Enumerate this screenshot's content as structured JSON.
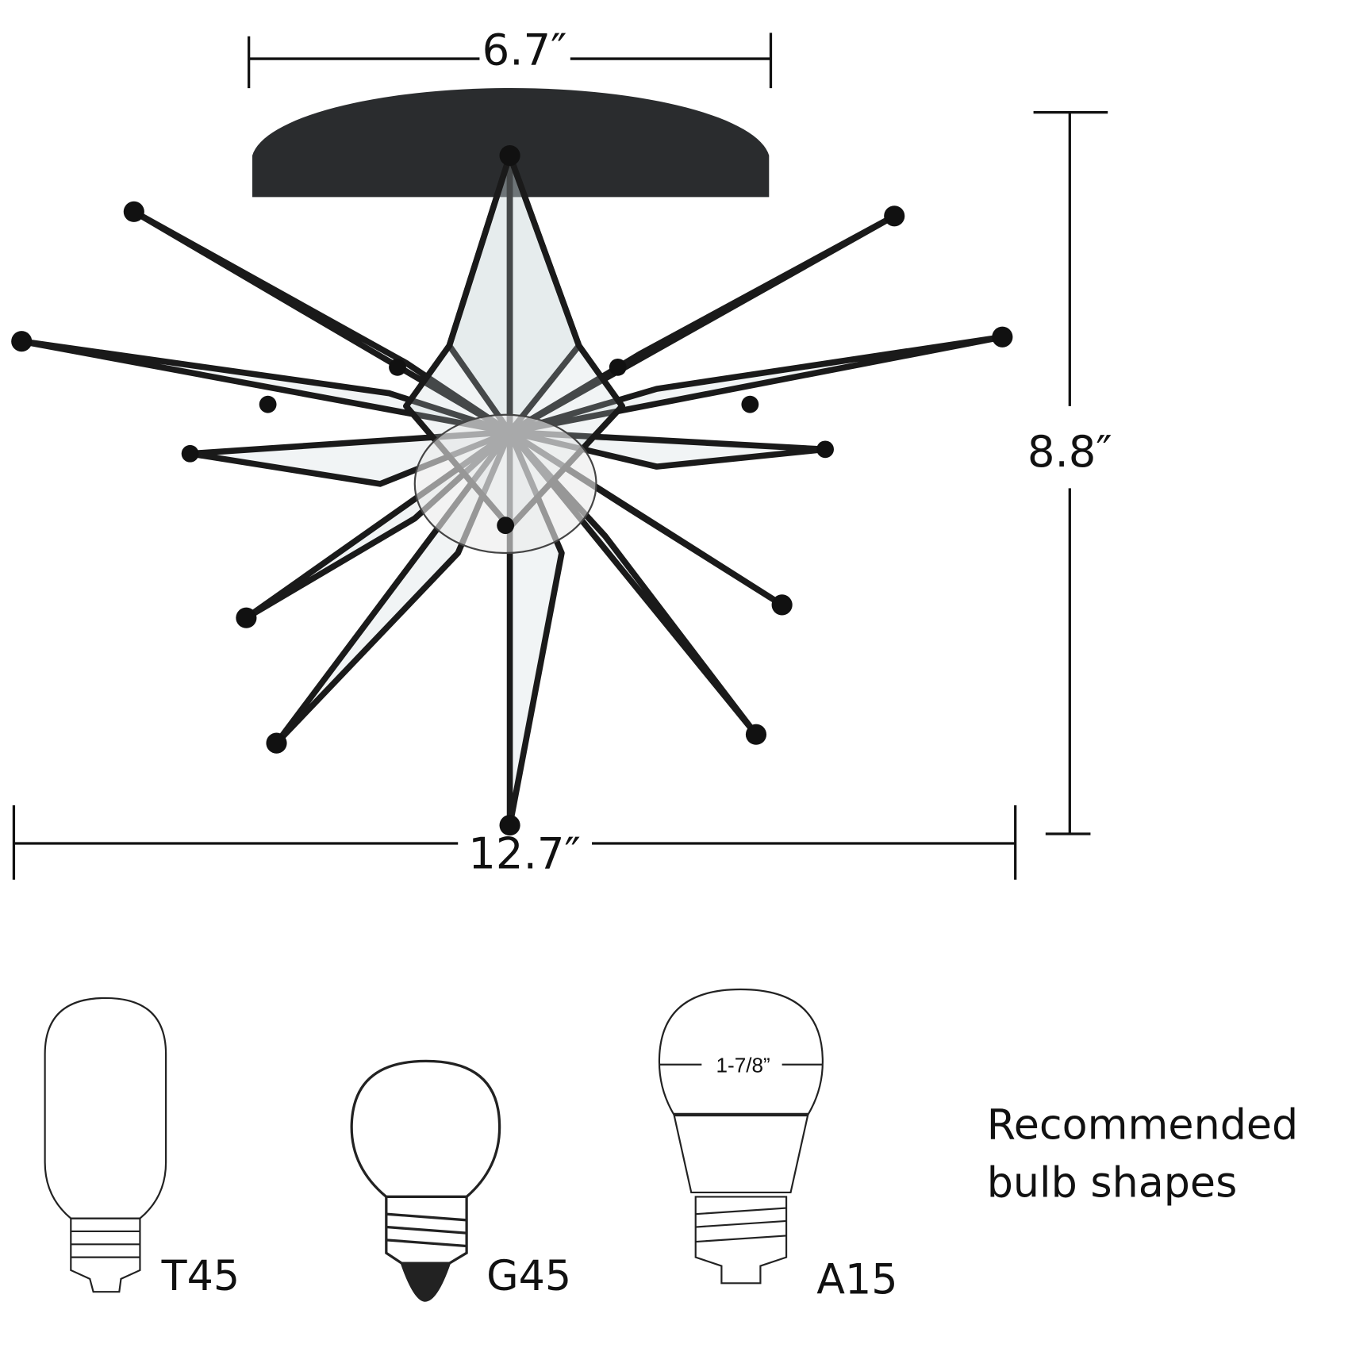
{
  "dimensions": {
    "top_width": "6.7″",
    "height": "8.8″",
    "overall_width": "12.7″"
  },
  "bulbs": [
    {
      "label": "T45"
    },
    {
      "label": "G45"
    },
    {
      "label": "A15",
      "diameter": "1-7/8”"
    }
  ],
  "caption_line1": "Recommended",
  "caption_line2": "bulb shapes"
}
